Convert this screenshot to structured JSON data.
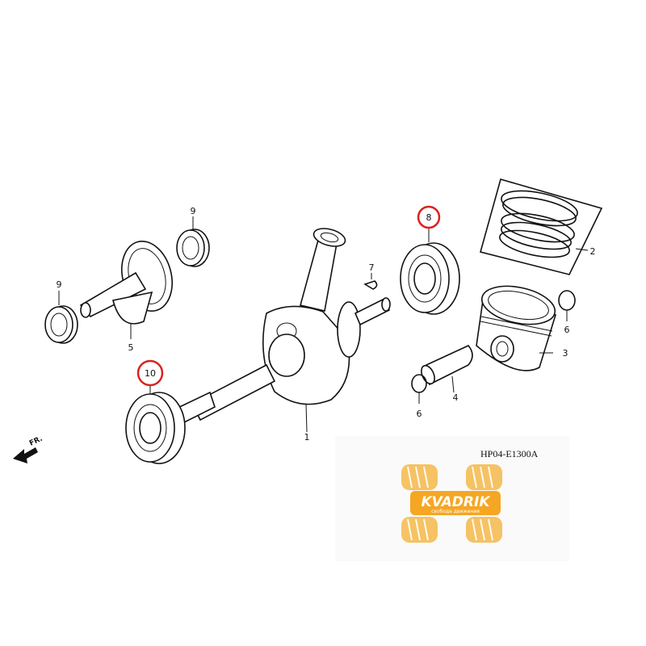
{
  "diagram": {
    "code": "HP04-E1300A",
    "direction_label": "FR.",
    "parts": [
      {
        "id": "p1",
        "label": "1",
        "highlighted": false
      },
      {
        "id": "p2",
        "label": "2",
        "highlighted": false
      },
      {
        "id": "p3",
        "label": "3",
        "highlighted": false
      },
      {
        "id": "p4",
        "label": "4",
        "highlighted": false
      },
      {
        "id": "p5",
        "label": "5",
        "highlighted": false
      },
      {
        "id": "p6a",
        "label": "6",
        "highlighted": false
      },
      {
        "id": "p6b",
        "label": "6",
        "highlighted": false
      },
      {
        "id": "p7",
        "label": "7",
        "highlighted": false
      },
      {
        "id": "p8",
        "label": "8",
        "highlighted": true
      },
      {
        "id": "p9a",
        "label": "9",
        "highlighted": false
      },
      {
        "id": "p9b",
        "label": "9",
        "highlighted": false
      },
      {
        "id": "p10",
        "label": "10",
        "highlighted": true
      }
    ],
    "highlight_color": "#d9231f"
  },
  "watermark": {
    "brand": "KVADRIK",
    "tagline": "свобода движения",
    "color": "#f5a623"
  }
}
